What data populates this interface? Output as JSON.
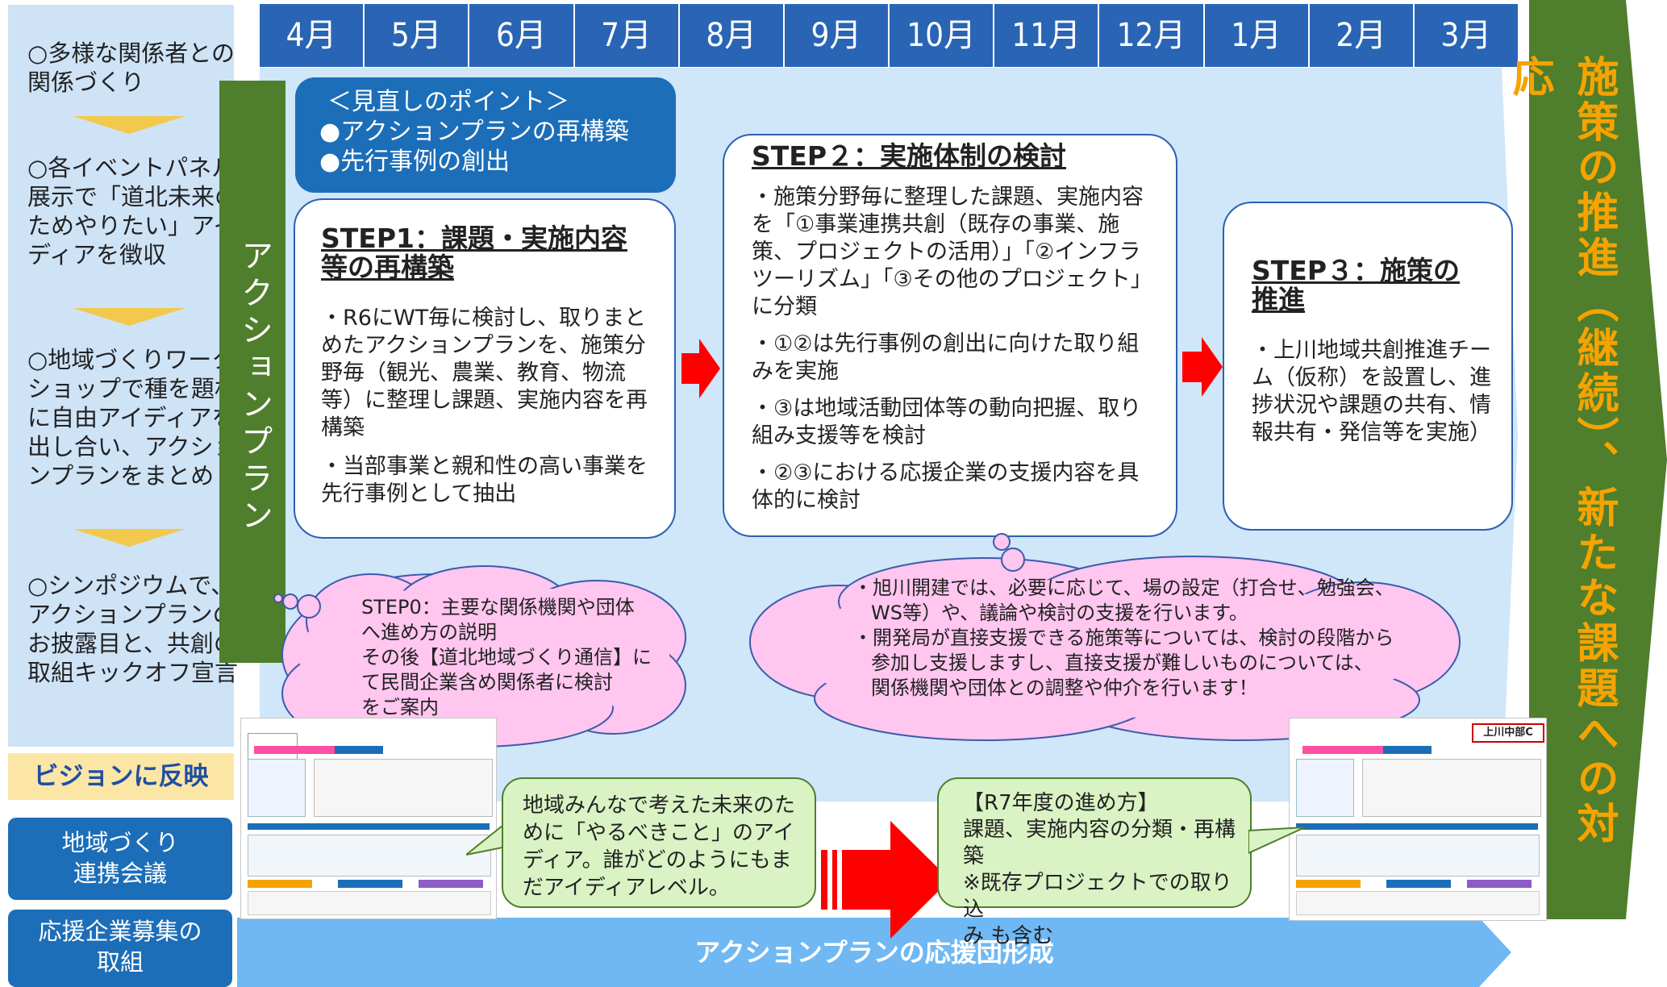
{
  "left": {
    "item1": "○多様な関係者との関係づくり",
    "item2": "○各イベントパネル展示で「道北未来のためやりたい」アイディアを徴収",
    "item3": "○地域づくりワークショップで種を題材に自由アイディアを出し合い、アクションプランをまとめ",
    "item4": "○シンポジウムで、アクションプランのお披露目と、共創の取組キックオフ宣言",
    "vision": "ビジョンに反映",
    "btn1": "地域づくり\n連携会議",
    "btn2": "応援企業募集の\n取組"
  },
  "green_vertical": "アクションプラン",
  "months": [
    "4月",
    "5月",
    "6月",
    "7月",
    "8月",
    "9月",
    "10月",
    "11月",
    "12月",
    "1月",
    "2月",
    "3月"
  ],
  "points": {
    "header": "＜見直しのポイント＞",
    "line1": "●アクションプランの再構築",
    "line2": "●先行事例の創出"
  },
  "step1": {
    "title_line1": "STEP1：課題・実施内容",
    "title_line2": "等の再構築",
    "bullet1": "・R6にWT毎に検討し、取りまとめたアクションプランを、施策分野毎（観光、農業、教育、物流等）に整理し課題、実施内容を再構築",
    "bullet2": "・当部事業と親和性の高い事業を先行事例として抽出"
  },
  "step2": {
    "title": "STEP２：実施体制の検討",
    "bullet1": "・施策分野毎に整理した課題、実施内容を「①事業連携共創（既存の事業、施策、プロジェクトの活用）」「②インフラツーリズム」「③その他のプロジェクト」に分類",
    "bullet2": "・①②は先行事例の創出に向けた取り組みを実施",
    "bullet3": "・③は地域活動団体等の動向把握、取り組み支援等を検討",
    "bullet4": "・②③における応援企業の支援内容を具体的に検討"
  },
  "step3": {
    "title_line1": "STEP３：施策の",
    "title_line2": "推進",
    "body": "・上川地域共創推進チーム（仮称）を設置し、進捗状況や課題の共有、情報共有・発信等を実施）"
  },
  "right_arrow_text": "施策の推進（継続）、新たな課題への対応",
  "cloud_step0": {
    "line1": "STEP0：主要な関係機関や団体",
    "line2": "へ進め方の説明",
    "line3": "その後【道北地域づくり通信】に",
    "line4": "て民間企業含め関係者に検討",
    "line5": "をご案内"
  },
  "cloud_support": {
    "line1": "・旭川開建では、必要に応じて、場の設定（打合せ、勉強会、",
    "line2": "WS等）や、議論や検討の支援を行います。",
    "line3": "・開発局が直接支援できる施策等については、検討の段階から",
    "line4": "参加し支援しますし、直接支援が難しいものについては、",
    "line5": "関係機関や団体との調整や仲介を行います！"
  },
  "green_bubble1": "地域みんなで考えた未来のために「やるべきこと」のアイディア。誰がどのようにもまだアイディアレベル。",
  "green_bubble2": {
    "line1": "【R7年度の進め方】",
    "line2": "課題、実施内容の分類・再構築",
    "line3": "※既存プロジェクトでの取り込",
    "line4": "み も含む"
  },
  "bottom_arrow": "アクションプランの応援団形成",
  "doc_right_badge": "上川中部C",
  "colors": {
    "month_bg": "#2965b4",
    "green": "#4f7e2c",
    "light_blue": "#d0e6f9",
    "pink": "#ffc6ef",
    "red": "#ff0000",
    "orange_text": "#f5a300"
  }
}
